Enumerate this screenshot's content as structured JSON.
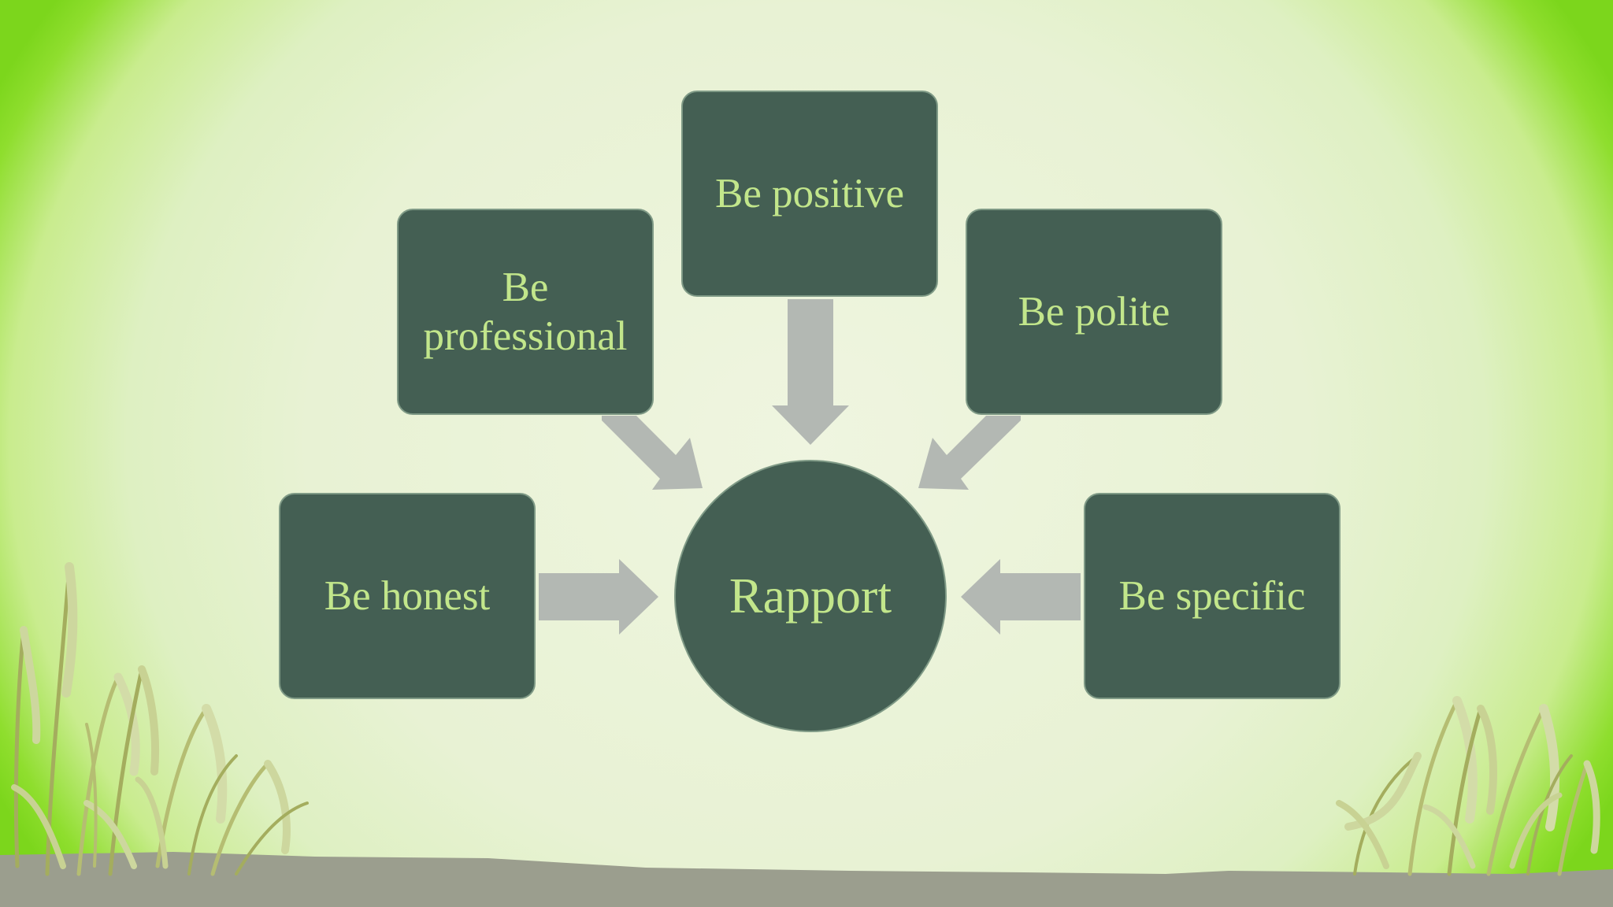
{
  "diagram": {
    "center": {
      "label": "Rapport"
    },
    "nodes": [
      {
        "id": "be-honest",
        "label": "Be honest"
      },
      {
        "id": "be-professional",
        "label": "Be professional"
      },
      {
        "id": "be-positive",
        "label": "Be positive"
      },
      {
        "id": "be-polite",
        "label": "Be polite"
      },
      {
        "id": "be-specific",
        "label": "Be specific"
      }
    ],
    "edges": [
      {
        "from": "be-honest",
        "to": "rapport"
      },
      {
        "from": "be-professional",
        "to": "rapport"
      },
      {
        "from": "be-positive",
        "to": "rapport"
      },
      {
        "from": "be-polite",
        "to": "rapport"
      },
      {
        "from": "be-specific",
        "to": "rapport"
      }
    ]
  },
  "colors": {
    "node_fill": "#445f53",
    "node_text": "#c2e68b",
    "arrow": "#b3b8b3",
    "ground": "#9b9e8e",
    "grass": "#c8d69a",
    "glow": "#7cd61c"
  }
}
